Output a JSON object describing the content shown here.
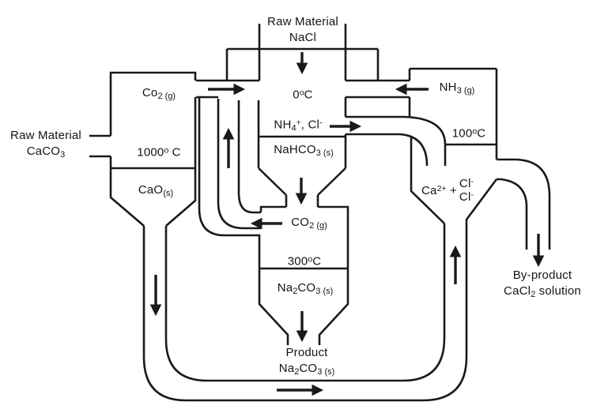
{
  "colors": {
    "stroke": "#1a1a1a",
    "background": "#ffffff"
  },
  "labels": {
    "raw_material_nacl_1": "Raw Material",
    "raw_material_nacl_2": "NaCl",
    "temp_0": "0^o^C",
    "nh4_cl": "NH~4~^+^, Cl^-^",
    "nahco3": "NaHCO~3 (s)~",
    "co2_return": "CO~2 (g)~",
    "temp_300": "300^o^C",
    "na2co3": "Na~2~CO~3 (s)~",
    "product_1": "Product",
    "product_2": "Na~2~CO~3 (s)~",
    "kiln_co2": "Co~2 (g)~",
    "temp_1000": "1000^o^ C",
    "cao": "CaO~(s)~",
    "raw_material_caco3_1": "Raw Material",
    "raw_material_caco3_2": "CaCO~3~",
    "nh3": "NH~3 (g)~",
    "temp_100": "100^o^C",
    "ca_cl_prefix": "Ca^2+^ +",
    "cl_top": "Cl^-^",
    "cl_bottom": "Cl^-^",
    "byproduct_1": "By-product",
    "byproduct_2": "CaCl~2~ solution"
  }
}
